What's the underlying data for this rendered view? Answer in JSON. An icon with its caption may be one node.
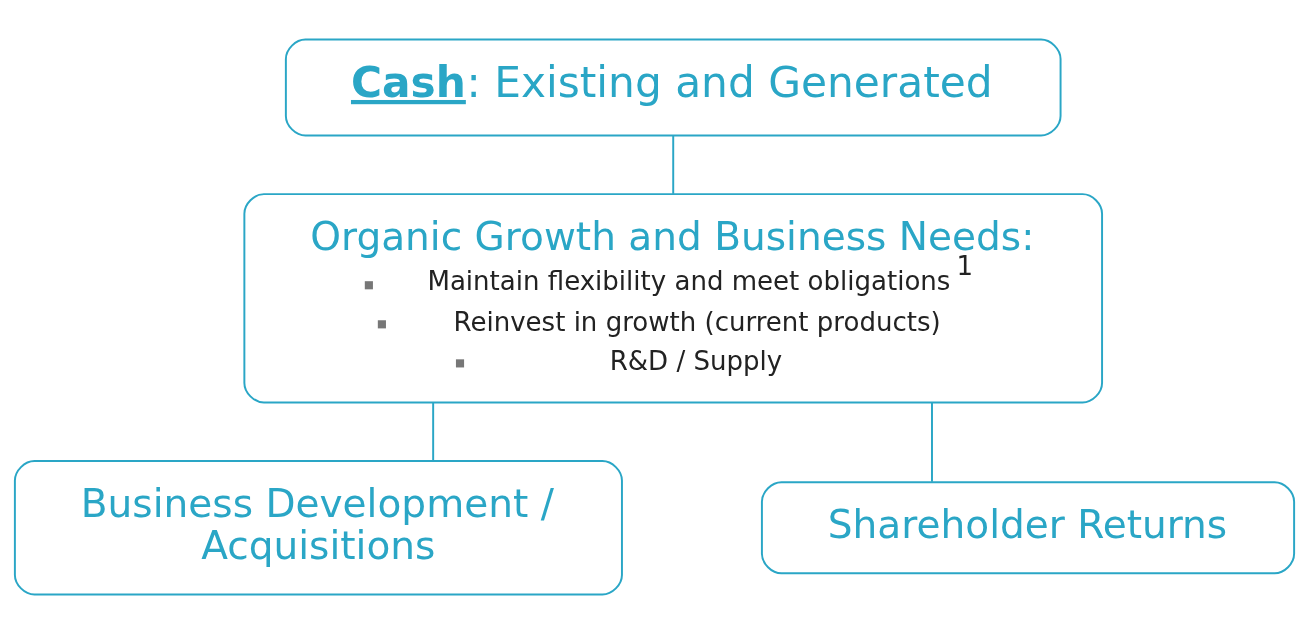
{
  "diagram": {
    "nodes": [
      {
        "text": [
          "**Cash**: Existing and Generated"
        ]
      },
      {
        "text": [
          "Organic Growth and Business Needs:",
          "Maintain flexibility and meet obligations$^{1}$",
          "Reinvest in growth (current products)",
          "R&D / Supply"
        ]
      },
      {
        "text": [
          "Business Development / Acquisitions"
        ]
      },
      {
        "text": [
          "Shareholder Returns"
        ]
      }
    ],
    "edges": [
      {
        "from": 0,
        "to": 1,
        "arrow": "none"
      },
      {
        "from": 1,
        "to": 2,
        "arrow": "none"
      },
      {
        "from": 1,
        "to": 3,
        "arrow": "none"
      }
    ]
  }
}
